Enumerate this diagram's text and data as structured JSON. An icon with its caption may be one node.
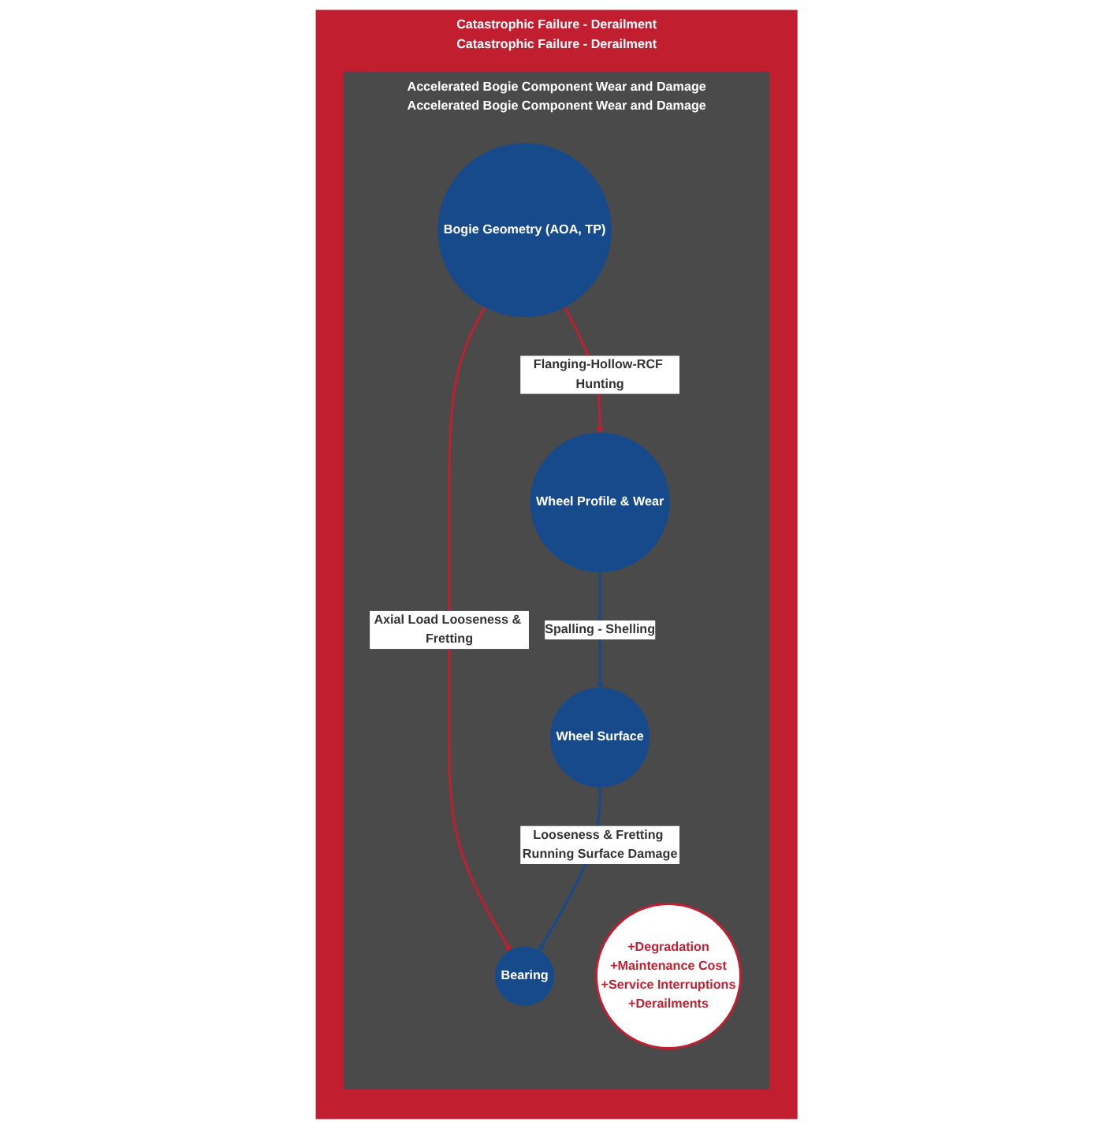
{
  "diagram": {
    "nodes": [
      {
        "text": [
          "Catastrophic Failure - Derailment",
          "Catastrophic Failure - Derailment"
        ]
      },
      {
        "text": [
          "Accelerated Bogie Component Wear and Damage",
          "Accelerated Bogie Component Wear and Damage"
        ],
        "in": 0
      },
      {
        "text": [
          "Bogie Geometry (AOA, TP)"
        ],
        "in": 1
      },
      {
        "text": [
          "Bearing"
        ],
        "in": 1
      },
      {
        "text": [
          "+Degradation",
          "+Maintenance Cost",
          "+Service Interruptions",
          "+Derailments"
        ],
        "in": 1
      },
      {
        "text": [
          "Wheel Profile & Wear"
        ],
        "in": 1
      },
      {
        "text": [
          "Wheel Surface"
        ],
        "in": 1
      }
    ],
    "edges": [
      {
        "from": 2,
        "to": 3,
        "arrow": "to",
        "label": "Axial Load Looseness & Fretting",
        "color": "#c11f30"
      },
      {
        "from": 2,
        "to": 5,
        "arrow": "to",
        "label": "Flanging-Hollow-RCF Hunting",
        "color": "#c11f30"
      },
      {
        "from": 5,
        "to": 6,
        "arrow": "to",
        "label": "Spalling - Shelling",
        "color": "#164a8a"
      },
      {
        "from": 6,
        "to": 3,
        "arrow": "to",
        "label": "Looseness & Fretting Running Surface Damage",
        "color": "#164a8a"
      }
    ]
  }
}
